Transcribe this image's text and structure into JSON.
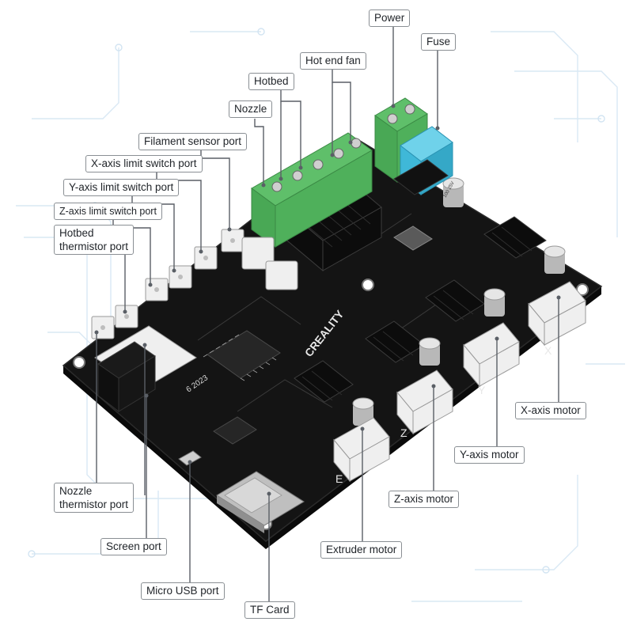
{
  "labels": {
    "power": "Power",
    "fuse": "Fuse",
    "hot_end_fan": "Hot end fan",
    "hotbed": "Hotbed",
    "nozzle": "Nozzle",
    "filament_sensor_port": "Filament sensor port",
    "x_axis_limit_switch_port": "X-axis limit switch port",
    "y_axis_limit_switch_port": "Y-axis limit switch port",
    "z_axis_limit_switch_port": "Z-axis limit switch port",
    "hotbed_thermistor_port": [
      "Hotbed",
      "thermistor port"
    ],
    "nozzle_thermistor_port": [
      "Nozzle",
      "thermistor port"
    ],
    "screen_port": "Screen port",
    "micro_usb_port": "Micro USB port",
    "tf_card": "TF Card",
    "extruder_motor": "Extruder motor",
    "z_axis_motor": "Z-axis motor",
    "y_axis_motor": "Y-axis motor",
    "x_axis_motor": "X-axis motor"
  },
  "board": {
    "brand": "CREALITY",
    "silkscreen_model": "6 2023",
    "axis_marks": [
      "X",
      "Y",
      "Z",
      "E"
    ],
    "capacitor_text": "100 25V"
  },
  "colors": {
    "pcb": "#141414",
    "terminal_green": "#5fbf6a",
    "fuse_blue": "#3fb8d8",
    "connector_white": "#efefef",
    "leader_line": "#5a5f66",
    "circuit_trace": "#cfe3f2"
  }
}
